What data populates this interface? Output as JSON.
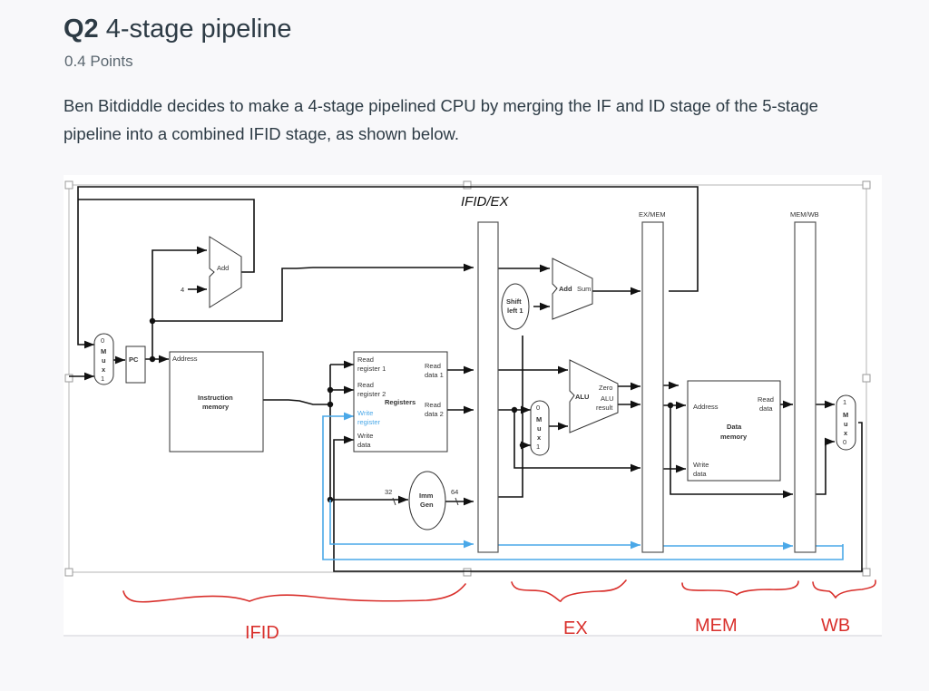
{
  "question": {
    "number": "Q2",
    "title": "4-stage pipeline",
    "points": "0.4 Points",
    "body": "Ben Bitdiddle decides to make a 4-stage pipelined CPU by merging the IF and ID stage of the 5-stage pipeline into a combined IFID stage, as shown below."
  },
  "diagram": {
    "colors": {
      "wire": "#111111",
      "control_wire": "#4aa8e8",
      "annotation": "#d9302c",
      "frame": "#9a9a9a"
    },
    "pipeline_registers": {
      "ifid_ex": "IFID/EX",
      "ex_mem": "EX/MEM",
      "mem_wb": "MEM/WB"
    },
    "pc_mux": {
      "top_input": "0",
      "label_m": "M",
      "label_u": "u",
      "label_x": "x",
      "bottom_input": "1"
    },
    "pc": "PC",
    "pc_adder": {
      "label": "Add",
      "constant": "4"
    },
    "instruction_memory": {
      "port": "Address",
      "name_line1": "Instruction",
      "name_line2": "memory"
    },
    "registers": {
      "name": "Registers",
      "read_register_1": [
        "Read",
        "register 1"
      ],
      "read_register_2": [
        "Read",
        "register 2"
      ],
      "write_register": [
        "Write",
        "register"
      ],
      "write_data": [
        "Write",
        "data"
      ],
      "read_data_1": [
        "Read",
        "data 1"
      ],
      "read_data_2": [
        "Read",
        "data 2"
      ]
    },
    "imm_gen": {
      "line1": "Imm",
      "line2": "Gen",
      "in_width": "32",
      "out_width": "64"
    },
    "shift_left": {
      "line1": "Shift",
      "line2": "left 1"
    },
    "branch_adder": {
      "label": "Add",
      "output": "Sum"
    },
    "alu_mux": {
      "top_input": "0",
      "label_m": "M",
      "label_u": "u",
      "label_x": "x",
      "bottom_input": "1"
    },
    "alu": {
      "label": "ALU",
      "zero": "Zero",
      "result_line1": "ALU",
      "result_line2": "result"
    },
    "data_memory": {
      "address": "Address",
      "read_data": [
        "Read",
        "data"
      ],
      "write_data": [
        "Write",
        "data"
      ],
      "name_line1": "Data",
      "name_line2": "memory"
    },
    "wb_mux": {
      "top_input": "1",
      "label_m": "M",
      "label_u": "u",
      "label_x": "x",
      "bottom_input": "0"
    },
    "stage_annotations": [
      "IFID",
      "EX",
      "MEM",
      "WB"
    ]
  }
}
